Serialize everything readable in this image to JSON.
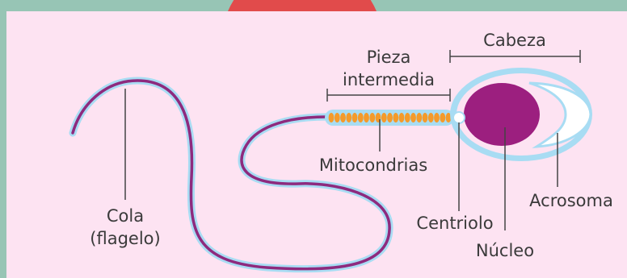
{
  "colors": {
    "frame": "#97c5b5",
    "panel": "#fde3f2",
    "top_circle": "#e14b4b",
    "outline": "#a8dcf3",
    "flagellum": "#8e2a7e",
    "nucleus": "#9c1f7f",
    "acrosome": "#ffffff",
    "mitochondria": "#f59a2a",
    "leader_line": "#444444"
  },
  "labels": {
    "cabeza": "Cabeza",
    "pieza_line1": "Pieza",
    "pieza_line2": "intermedia",
    "mitocondrias": "Mitocondrias",
    "cola_line1": "Cola",
    "cola_line2": "(flagelo)",
    "acrosoma": "Acrosoma",
    "centriolo": "Centriolo",
    "nucleo": "Núcleo"
  }
}
